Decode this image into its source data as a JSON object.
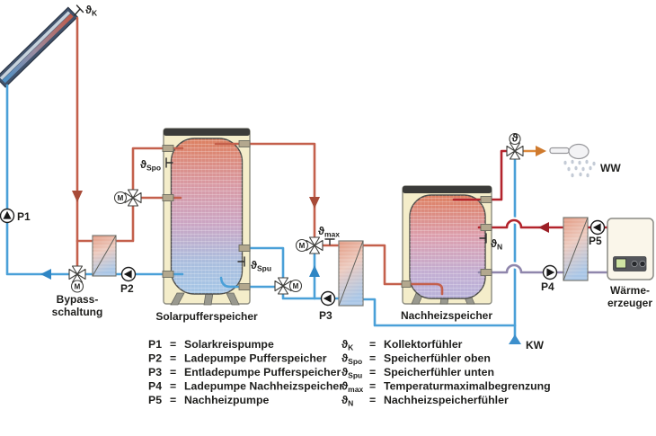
{
  "palette": {
    "solar": "#c4604c",
    "hot": "#b3242c",
    "cold": "#4aa0d8",
    "return": "#8f86ac",
    "ww": "#dd8a3c",
    "tank": "#f4edca",
    "ink": "#1e1e1c"
  },
  "labels": {
    "bypass1": "Bypass-",
    "bypass2": "schaltung",
    "solar_tank": "Solarpufferspeicher",
    "reheat_tank": "Nachheizspeicher",
    "boiler1": "Wärme-",
    "boiler2": "erzeuger",
    "ww": "WW",
    "kw": "KW",
    "motor": "M",
    "mix_valve": "ϑ"
  },
  "pumps": {
    "p1": "P1",
    "p2": "P2",
    "p3": "P3",
    "p4": "P4",
    "p5": "P5"
  },
  "sensors": {
    "k": {
      "sym": "ϑ",
      "sub": "K"
    },
    "spo": {
      "sym": "ϑ",
      "sub": "Spo"
    },
    "spu": {
      "sym": "ϑ",
      "sub": "Spu"
    },
    "max": {
      "sym": "ϑ",
      "sub": "max"
    },
    "n": {
      "sym": "ϑ",
      "sub": "N"
    }
  },
  "legend": {
    "eq": "=",
    "pumps": [
      {
        "id": "P1",
        "name": "Solarkreispumpe"
      },
      {
        "id": "P2",
        "name": "Ladepumpe Pufferspeicher"
      },
      {
        "id": "P3",
        "name": "Entladepumpe Pufferspeicher"
      },
      {
        "id": "P4",
        "name": "Ladepumpe Nachheizspeicher"
      },
      {
        "id": "P5",
        "name": "Nachheizpumpe"
      }
    ],
    "sensors": [
      {
        "sym": "ϑ",
        "sub": "K",
        "name": "Kollektorfühler"
      },
      {
        "sym": "ϑ",
        "sub": "Spo",
        "name": "Speicherfühler oben"
      },
      {
        "sym": "ϑ",
        "sub": "Spu",
        "name": "Speicherfühler unten"
      },
      {
        "sym": "ϑ",
        "sub": "max",
        "name": "Temperaturmaximalbegrenzung"
      },
      {
        "sym": "ϑ",
        "sub": "N",
        "name": "Nachheizspeicherfühler"
      }
    ]
  }
}
